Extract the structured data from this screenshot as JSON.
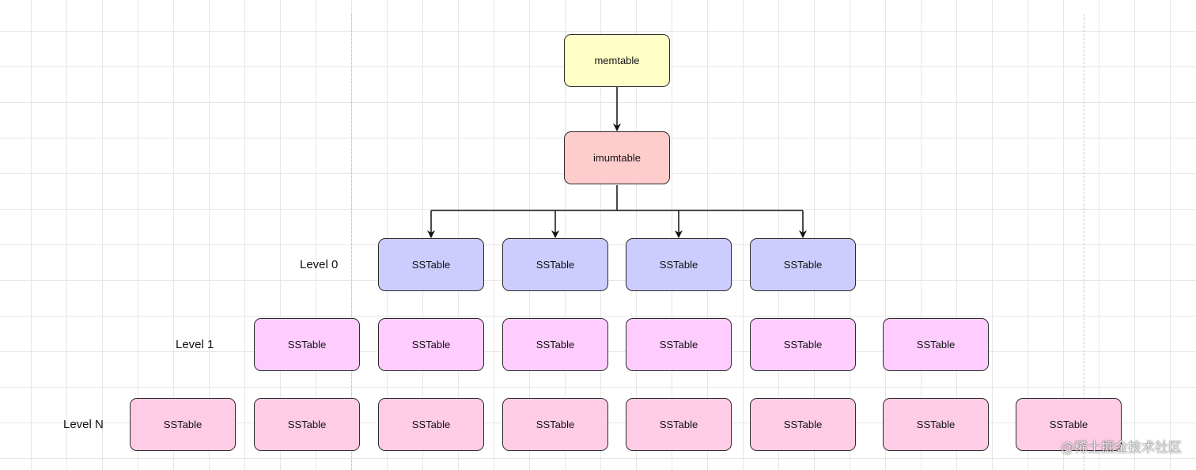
{
  "colors": {
    "memtable_fill": "#ffffc6",
    "immutable_fill": "#ffcccc",
    "level0_fill": "#ccccff",
    "level1_fill": "#ffccff",
    "levelN_fill": "#ffcce6",
    "border": "#2b2b2b"
  },
  "memtable": {
    "label": "memtable"
  },
  "immutable": {
    "label": "imumtable"
  },
  "levels": [
    {
      "label": "Level 0",
      "tables": [
        "SSTable",
        "SSTable",
        "SSTable",
        "SSTable"
      ]
    },
    {
      "label": "Level 1",
      "tables": [
        "SSTable",
        "SSTable",
        "SSTable",
        "SSTable",
        "SSTable",
        "SSTable"
      ]
    },
    {
      "label": "Level N",
      "tables": [
        "SSTable",
        "SSTable",
        "SSTable",
        "SSTable",
        "SSTable",
        "SSTable",
        "SSTable",
        "SSTable"
      ]
    }
  ],
  "watermark": "@稀土掘金技术社区"
}
